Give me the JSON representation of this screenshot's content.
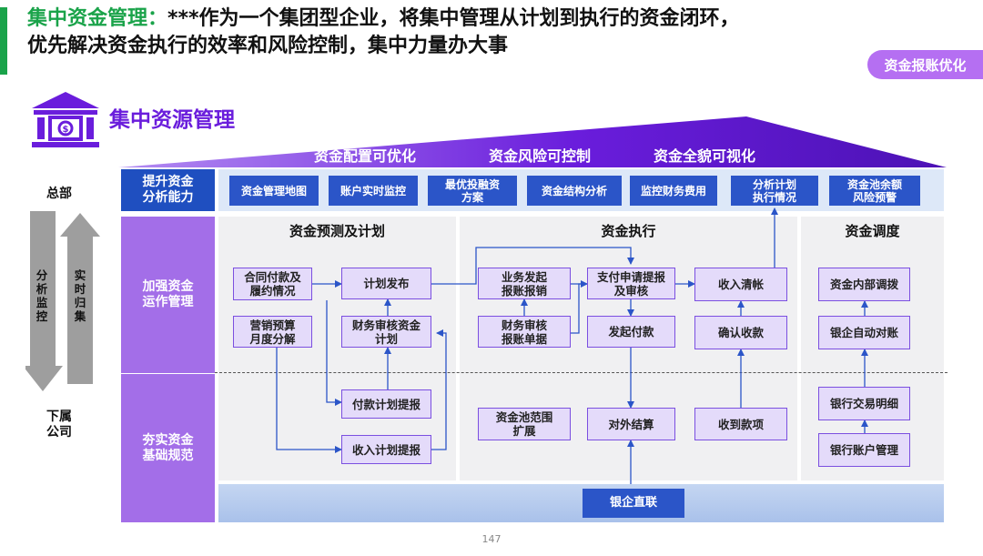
{
  "header": {
    "title_highlight": "集中资金管理：",
    "title_line1": "***作为一个集团型企业，将集中管理从计划到执行的资金闭环，",
    "title_line2": "优先解决资金执行的效率和风险控制，集中力量办大事",
    "tag": "资金报账优化",
    "accent": "#1aa34a",
    "tag_color": "#b56ff2"
  },
  "section": {
    "icon": "bank-icon",
    "title": "集中资源管理"
  },
  "roof": {
    "labels": [
      "资金配置可优化",
      "资金风险可控制",
      "资金全貌可视化"
    ]
  },
  "side": {
    "top": "总部",
    "bottom": "下属\n公司",
    "down_arrow_text": "分\n析\n监\n控",
    "up_arrow_text": "实\n时\n归\n集"
  },
  "rows": [
    {
      "label": "提升资金\n分析能力"
    },
    {
      "label": "加强资金\n运作管理"
    },
    {
      "label": "夯实资金\n基础规范"
    }
  ],
  "top_items": [
    "资金管理地图",
    "账户实时监控",
    "最优投融资\n方案",
    "资金结构分析",
    "监控财务费用",
    "分析计划\n执行情况",
    "资金池余额\n风险预警"
  ],
  "columns": [
    {
      "title": "资金预测及计划",
      "boxes": [
        "合同付款及\n履约情况",
        "营销预算\n月度分解",
        "计划发布",
        "财务审核资金\n计划",
        "付款计划提报",
        "收入计划提报"
      ]
    },
    {
      "title": "资金执行",
      "boxes": [
        "业务发起\n报账报销",
        "财务审核\n报账单据",
        "支付申请提报\n及审核",
        "发起付款",
        "收入清帐",
        "确认收款",
        "资金池范围\n扩展",
        "对外结算",
        "收到款项"
      ]
    },
    {
      "title": "资金调度",
      "boxes": [
        "资金内部调拨",
        "银企自动对账",
        "银行交易明细",
        "银行账户管理"
      ]
    }
  ],
  "bottom_bar": {
    "label": "银企直联"
  },
  "page_number": "147",
  "colors": {
    "purple_dark": "#6a1ddc",
    "purple_row": "#a36ee8",
    "blue_dark": "#1f4fc0",
    "box_fill": "#e4dbfa"
  }
}
